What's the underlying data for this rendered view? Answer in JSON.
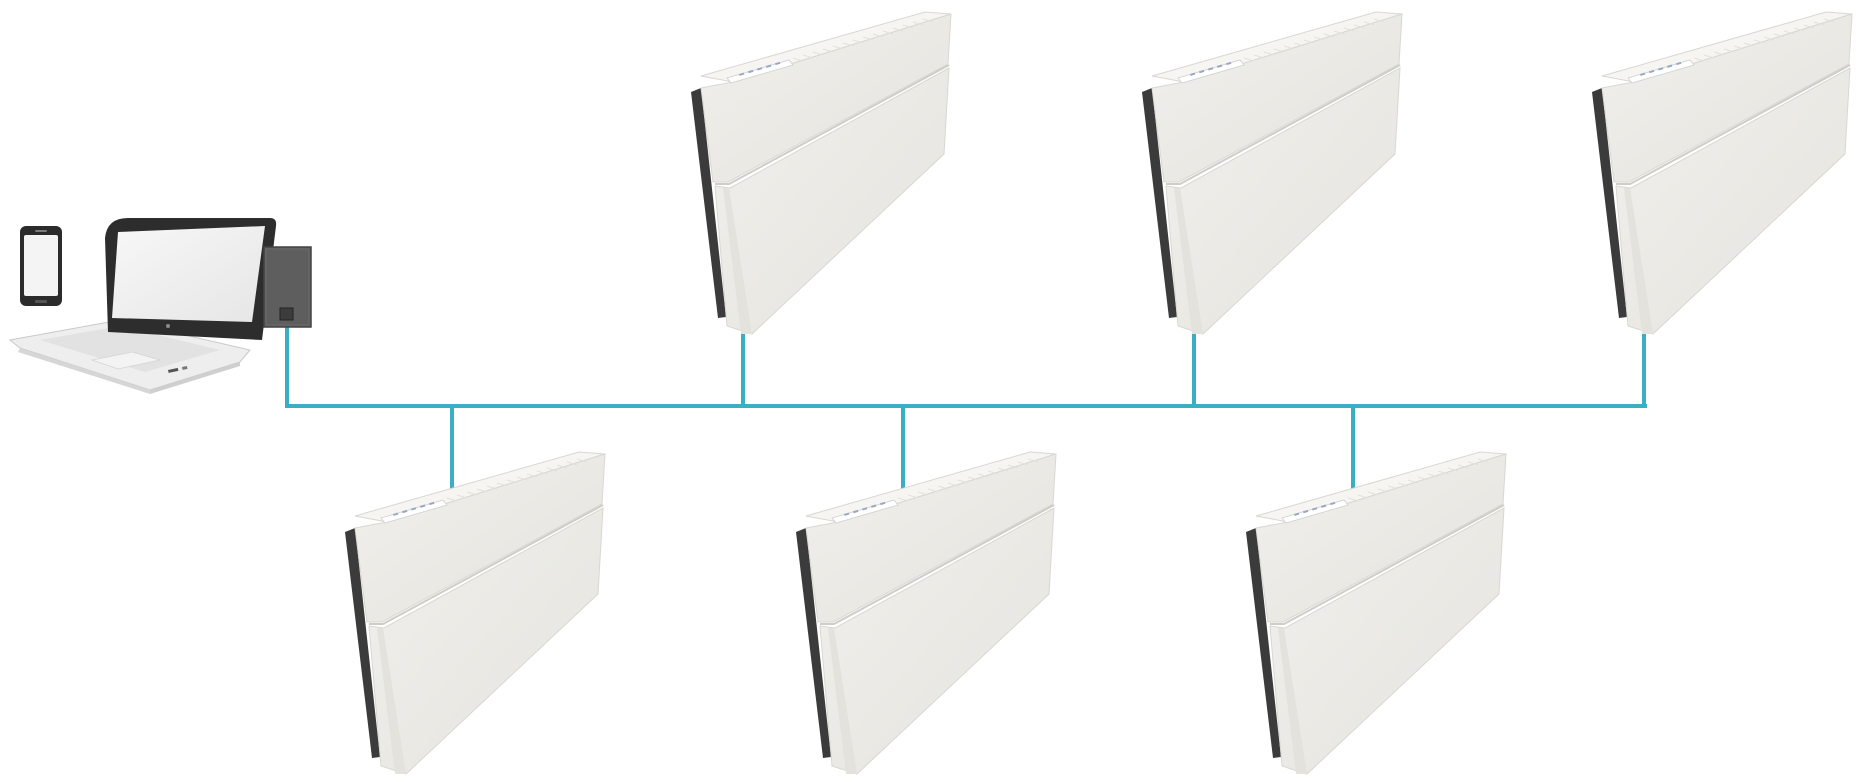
{
  "diagram": {
    "type": "network-topology",
    "colors": {
      "background": "#ffffff",
      "bus_cable": "#3aaec4",
      "unit_front": "#ecebe7",
      "unit_top": "#f6f5f2",
      "unit_side": "#3b3b3b",
      "unit_edge": "#d8d7d2",
      "gateway": "#5e5e5e",
      "laptop_body": "#ececec",
      "laptop_frame": "#2d2d2d",
      "screen": "#f2f2f2",
      "phone_frame": "#2b2b2b"
    },
    "icons": {
      "phone": "smartphone-icon",
      "laptop": "laptop-icon",
      "gateway": "network-gateway-icon",
      "unit": "wall-heater-unit-icon"
    },
    "nodes": {
      "controllers": [
        "smartphone",
        "laptop"
      ],
      "gateway": "gateway",
      "units_top_row": 3,
      "units_bottom_row": 3
    }
  }
}
